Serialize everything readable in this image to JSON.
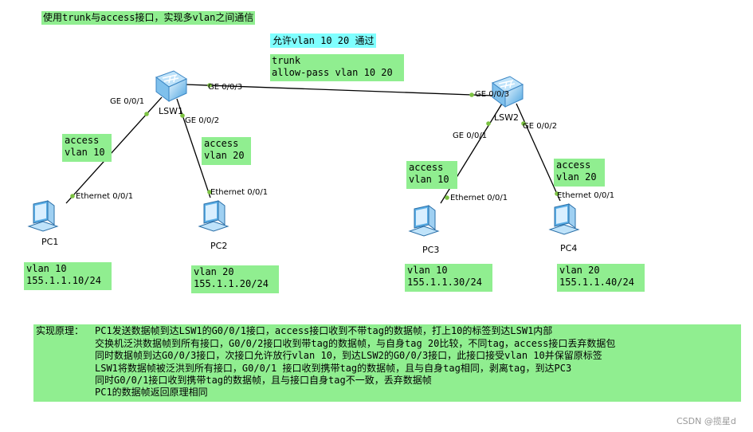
{
  "title": "使用trunk与access接口，实现多vlan之间通信",
  "allow_note": "允许vlan 10 20 通过",
  "trunk_box": [
    "trunk",
    "allow-pass vlan 10 20"
  ],
  "switches": {
    "lsw1": {
      "name": "LSW1"
    },
    "lsw2": {
      "name": "LSW2"
    }
  },
  "ports": {
    "lsw1_g001": "GE 0/0/1",
    "lsw1_g002": "GE 0/0/2",
    "lsw1_g003": "GE 0/0/3",
    "lsw2_g003": "GE 0/0/3",
    "lsw2_g001": "GE 0/0/1",
    "lsw2_g002": "GE 0/0/2",
    "pc1_eth": "Ethernet 0/0/1",
    "pc2_eth": "Ethernet 0/0/1",
    "pc3_eth": "Ethernet 0/0/1",
    "pc4_eth": "Ethernet 0/0/1"
  },
  "access_boxes": {
    "pc1": [
      "access",
      "vlan 10"
    ],
    "pc2": [
      "access",
      "vlan 20"
    ],
    "pc3": [
      "access",
      "vlan 10"
    ],
    "pc4": [
      "access",
      "vlan 20"
    ]
  },
  "pcs": {
    "pc1": {
      "name": "PC1",
      "vlan": "vlan 10",
      "ip": "155.1.1.10/24"
    },
    "pc2": {
      "name": "PC2",
      "vlan": "vlan 20",
      "ip": "155.1.1.20/24"
    },
    "pc3": {
      "name": "PC3",
      "vlan": "vlan 10",
      "ip": "155.1.1.30/24"
    },
    "pc4": {
      "name": "PC4",
      "vlan": "vlan 20",
      "ip": "155.1.1.40/24"
    }
  },
  "principle": {
    "label": "实现原理：",
    "lines": [
      "PC1发送数据帧到达LSW1的G0/0/1接口，access接口收到不带tag的数据帧，打上10的标签到达LSW1内部",
      "交换机泛洪数据帧到所有接口，G0/0/2接口收到带tag的数据帧，与自身tag 20比较，不同tag，access接口丢弃数据包",
      "同时数据帧到达G0/0/3接口，次接口允许放行vlan 10，到达LSW2的G0/0/3接口，此接口接受vlan 10并保留原标签",
      "LSW1将数据帧被泛洪到所有接口，G0/0/1 接口收到携带tag的数据帧，且与自身tag相同，剥离tag，到达PC3",
      "同时G0/0/1接口收到携带tag的数据帧，且与接口自身tag不一致，丢弃数据帧",
      "PC1的数据帧返回原理相同"
    ]
  },
  "watermark": "CSDN @揽星d",
  "colors": {
    "box_green": "#90EE90",
    "note_cyan": "#7FFFFF",
    "port_dot": "#7CC242"
  }
}
